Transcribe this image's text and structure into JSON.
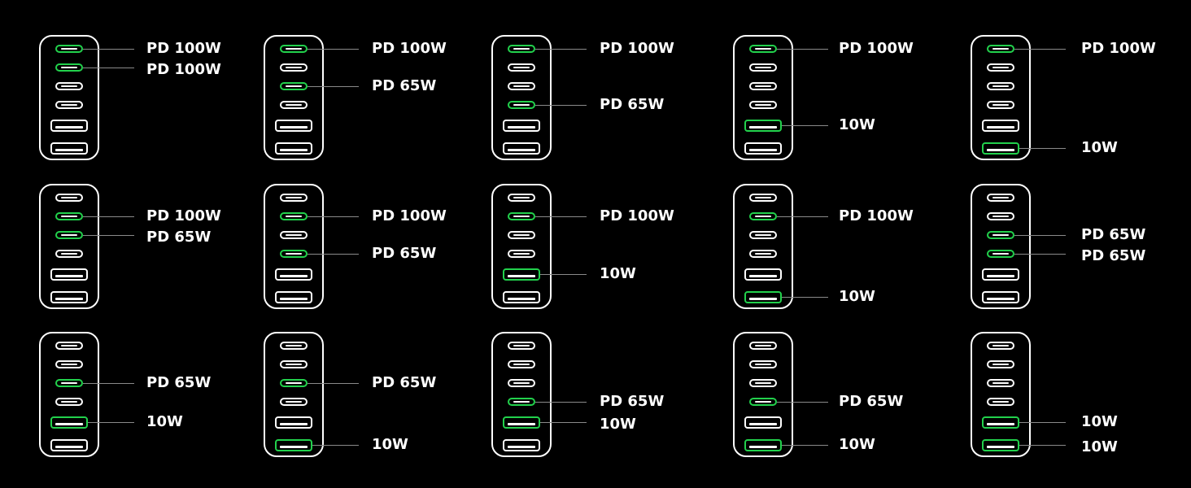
{
  "colors": {
    "background": "#000000",
    "outline": "#ffffff",
    "active_port": "#22d14c",
    "leader_line": "#8a8a8a"
  },
  "port_order": [
    "C1",
    "C2",
    "C3",
    "C4",
    "A1",
    "A2"
  ],
  "configurations": [
    [
      {
        "port": "C1",
        "label": "PD 100W"
      },
      {
        "port": "C2",
        "label": "PD 100W"
      }
    ],
    [
      {
        "port": "C1",
        "label": "PD 100W"
      },
      {
        "port": "C3",
        "label": "PD 65W"
      }
    ],
    [
      {
        "port": "C1",
        "label": "PD 100W"
      },
      {
        "port": "C4",
        "label": "PD 65W"
      }
    ],
    [
      {
        "port": "C1",
        "label": "PD 100W"
      },
      {
        "port": "A1",
        "label": "10W"
      }
    ],
    [
      {
        "port": "C1",
        "label": "PD 100W"
      },
      {
        "port": "A2",
        "label": "10W"
      }
    ],
    [
      {
        "port": "C2",
        "label": "PD 100W"
      },
      {
        "port": "C3",
        "label": "PD 65W"
      }
    ],
    [
      {
        "port": "C2",
        "label": "PD 100W"
      },
      {
        "port": "C4",
        "label": "PD 65W"
      }
    ],
    [
      {
        "port": "C2",
        "label": "PD 100W"
      },
      {
        "port": "A1",
        "label": "10W"
      }
    ],
    [
      {
        "port": "C2",
        "label": "PD 100W"
      },
      {
        "port": "A2",
        "label": "10W"
      }
    ],
    [
      {
        "port": "C3",
        "label": "PD 65W"
      },
      {
        "port": "C4",
        "label": "PD 65W"
      }
    ],
    [
      {
        "port": "C3",
        "label": "PD 65W"
      },
      {
        "port": "A1",
        "label": "10W"
      }
    ],
    [
      {
        "port": "C3",
        "label": "PD 65W"
      },
      {
        "port": "A2",
        "label": "10W"
      }
    ],
    [
      {
        "port": "C4",
        "label": "PD 65W"
      },
      {
        "port": "A1",
        "label": "10W"
      }
    ],
    [
      {
        "port": "C4",
        "label": "PD 65W"
      },
      {
        "port": "A2",
        "label": "10W"
      }
    ],
    [
      {
        "port": "A1",
        "label": "10W"
      },
      {
        "port": "A2",
        "label": "10W"
      }
    ]
  ]
}
